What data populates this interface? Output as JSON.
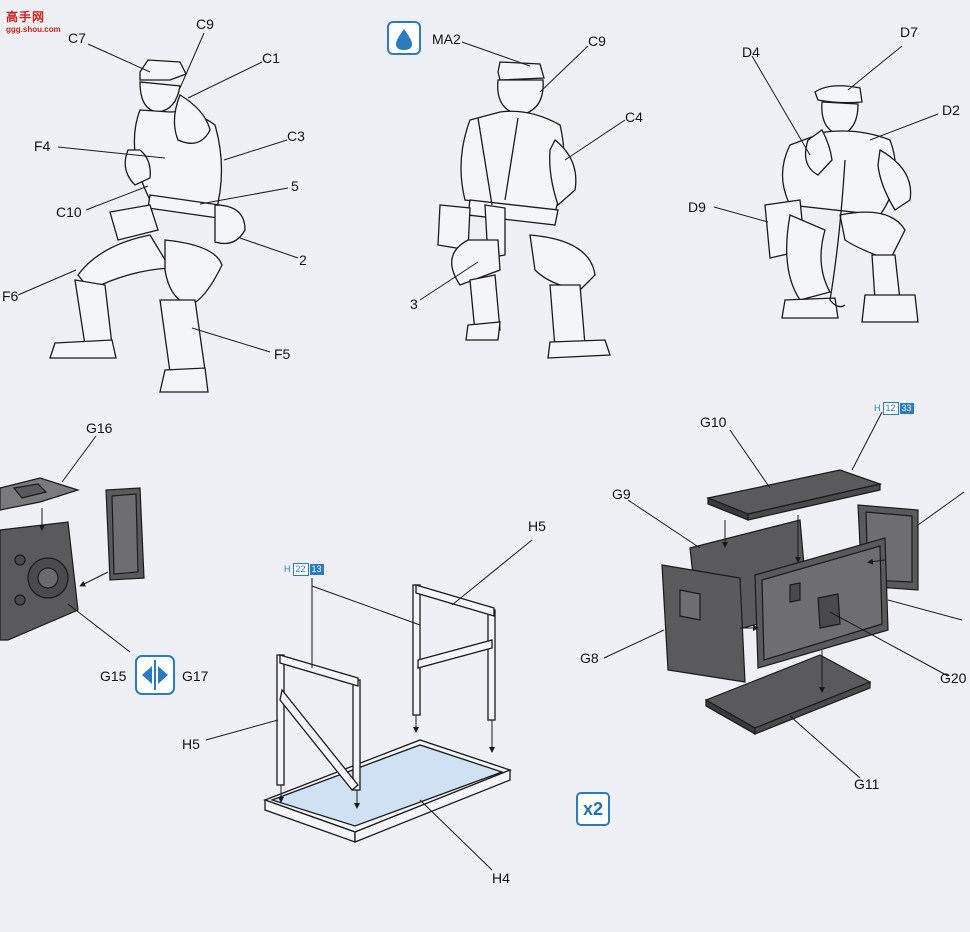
{
  "watermark": {
    "site_name": "高手网",
    "site_url": "ggg.shou.com"
  },
  "labels": {
    "c7": "C7",
    "c9_a": "C9",
    "c1": "C1",
    "c3": "C3",
    "f4": "F4",
    "five": "5",
    "c10": "C10",
    "two": "2",
    "f6": "F6",
    "f5": "F5",
    "ma2": "MA2",
    "c9_b": "C9",
    "c4": "C4",
    "three": "3",
    "d7": "D7",
    "d4": "D4",
    "d2": "D2",
    "d9": "D9",
    "g16": "G16",
    "g15": "G15",
    "g17": "G17",
    "h5_top": "H5",
    "h5_left": "H5",
    "h4": "H4",
    "g10": "G10",
    "g9": "G9",
    "g8": "G8",
    "g20": "G20",
    "g11": "G11"
  },
  "refs": {
    "table_ref": {
      "letter": "H",
      "a": "22",
      "b": "13"
    },
    "box_ref": {
      "letter": "H",
      "a": "12",
      "b": "33"
    }
  },
  "badges": {
    "paint_drop_icon": "water-drop-icon",
    "mirror_icon": "mirror-swap-icon",
    "multiplier": "x2"
  },
  "colors": {
    "ink": "#1a1a1a",
    "part_fill": "#5a5a5d",
    "part_fill_light": "#7a7a7d",
    "table_top": "#cfe1f3",
    "accent_blue": "#2a7bbf",
    "background": "#eef0f5",
    "logo_red": "#d0201a"
  }
}
